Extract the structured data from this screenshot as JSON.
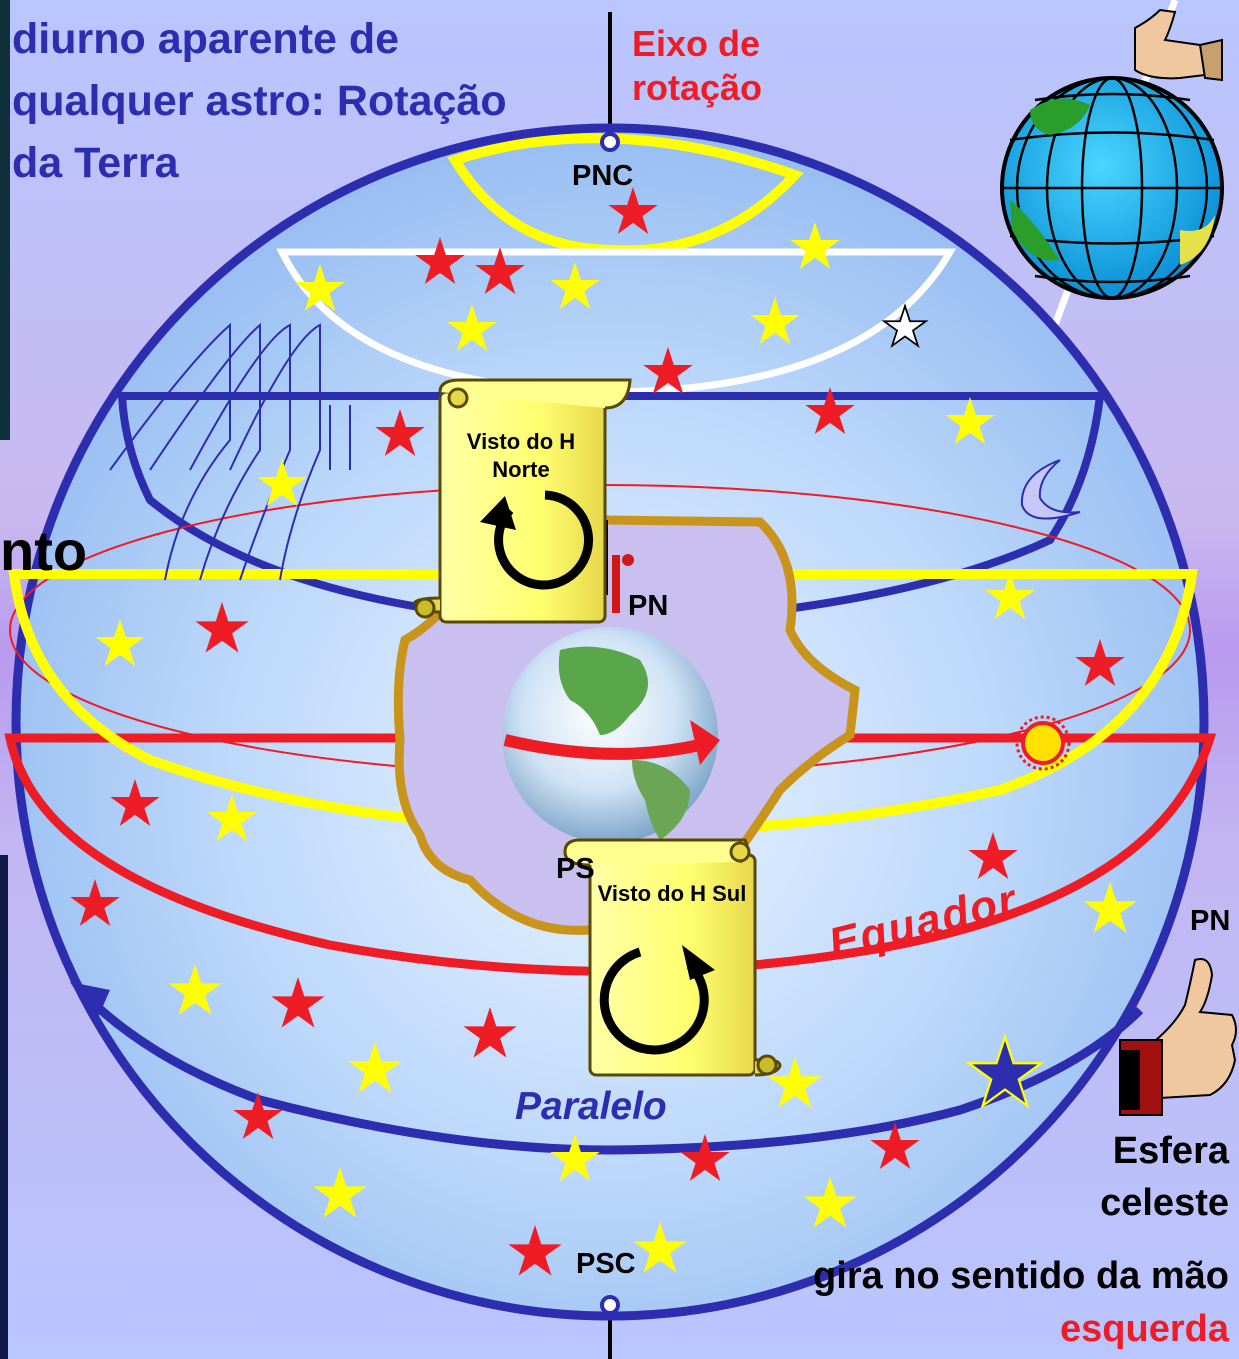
{
  "title": "diurno aparente de qualquer astro: Rotação da Terra",
  "axis_label": "Eixo de rotação",
  "labels": {
    "pnc": "PNC",
    "psc": "PSC",
    "pn_inner": "PN",
    "ps_inner": "PS",
    "pn_right": "PN",
    "equador": "Equador",
    "paralelo": "Paralelo",
    "partial_word": "nto"
  },
  "scroll_north": "Visto do H Norte",
  "scroll_south": "Visto do H Sul",
  "esfera": "Esfera celeste",
  "gira_prefix": "gira no sentido da mão ",
  "gira_highlight": "esquerda",
  "colors": {
    "sphere_outline": "#2d2db0",
    "equator": "#ee1c24",
    "yellow": "#ffff00",
    "star_red": "#ee1c24",
    "text_blue": "#2d2db0"
  }
}
